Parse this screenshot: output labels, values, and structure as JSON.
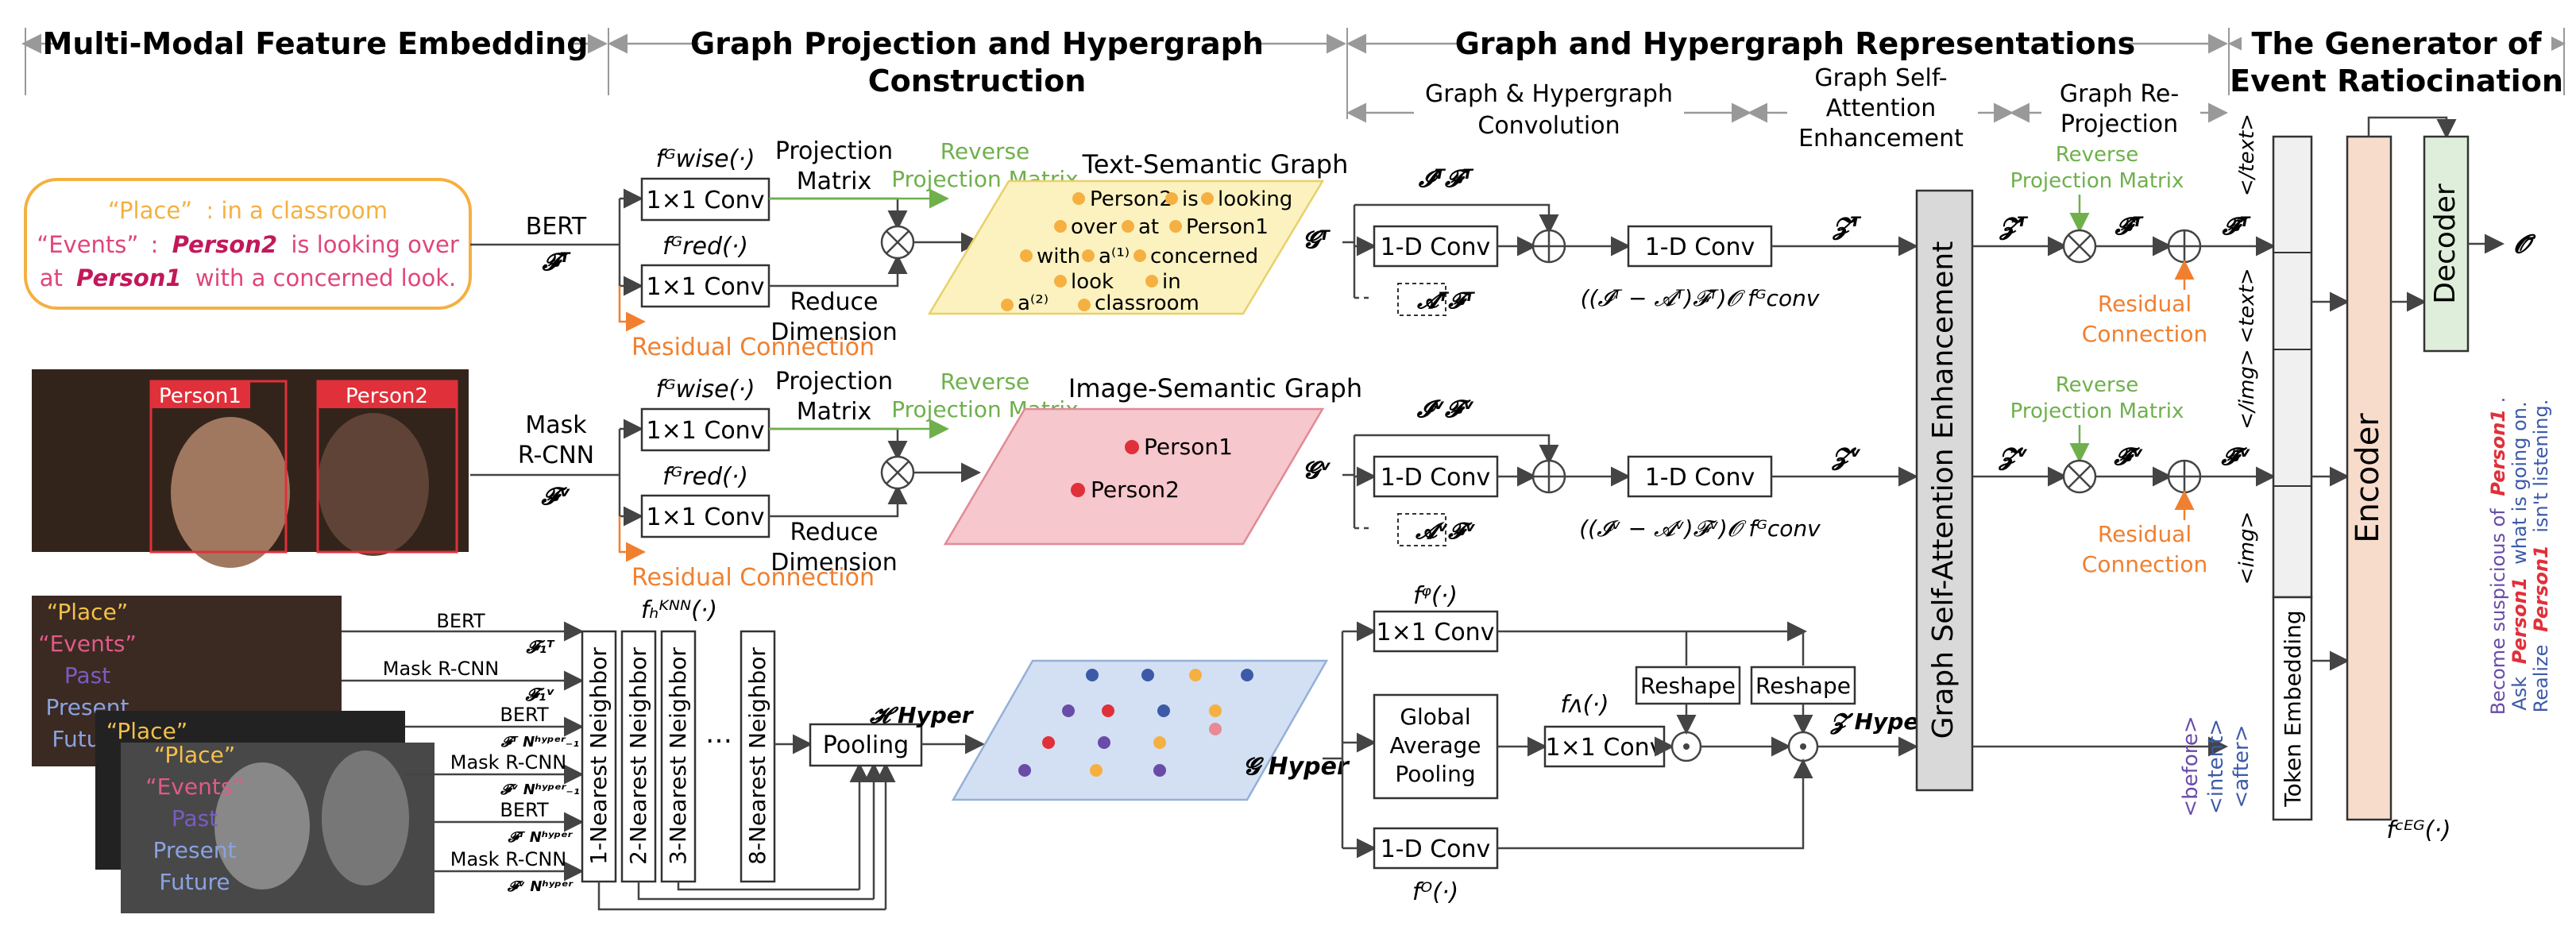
{
  "sections": {
    "s1": "Multi-Modal Feature Embedding",
    "s2_line1": "Graph Projection and Hypergraph",
    "s2_line2": "Construction",
    "s3": "Graph and Hypergraph Representations",
    "s4_line1": "The Generator of",
    "s4_line2": "Event Ratiocination",
    "sub_conv_1": "Graph & Hypergraph",
    "sub_conv_2": "Convolution",
    "sub_sa_1": "Graph Self-",
    "sub_sa_2": "Attention",
    "sub_sa_3": "Enhancement",
    "sub_rp_1": "Graph Re-",
    "sub_rp_2": "Projection"
  },
  "text_input": {
    "place_label": "“Place”",
    "place_value": ": in a classroom",
    "events_label": "“Events”",
    "events_sep": ":",
    "person2": "Person2",
    "events_rest1": "is looking over",
    "at": "at",
    "person1": "Person1",
    "events_rest2": "with a concerned look."
  },
  "image_input": {
    "box1": "Person1",
    "box2": "Person2"
  },
  "video_input": {
    "place": "“Place”",
    "events": "“Events”",
    "past": "Past",
    "present": "Present",
    "future": "Future"
  },
  "rows": {
    "bert": "BERT",
    "mask_line1": "Mask",
    "mask_line2": "R-CNN",
    "f_T": "𝓕ᵀ",
    "f_V": "𝓕ᵛ",
    "conv_1x1": "1×1 Conv",
    "conv_1d": "1-D Conv",
    "fwise": "fᴳwise(·)",
    "fred": "fᴳred(·)",
    "proj_matrix_1": "Projection",
    "proj_matrix_2": "Matrix",
    "reverse_1": "Reverse",
    "reverse_2": "Projection Matrix",
    "reduce_1": "Reduce",
    "reduce_2": "Dimension",
    "residual": "Residual Connection",
    "residual_1": "Residual",
    "residual_2": "Connection",
    "text_graph_title": "Text-Semantic Graph",
    "image_graph_title": "Image-Semantic Graph",
    "hypergraph_title": "Hypergraph",
    "g_T": "𝓖ᵀ",
    "g_V": "𝓖ᵛ",
    "i_f_T": "𝓘ᵀ𝓕ᵀ",
    "i_f_V": "𝓘ᵛ𝓕ᵛ",
    "a_f_T": "𝓐ᵀ𝓕ᵀ",
    "a_f_V": "𝓐ᵛ𝓕ᵛ",
    "formula_T": "((𝓘ᵀ − 𝓐ᵀ)𝓕ᵀ)𝓞 fᴳconv",
    "formula_V": "((𝓘ᵛ − 𝓐ᵛ)𝓕ᵛ)𝓞 fᴳconv",
    "z_T": "𝓩ᵀ",
    "z_V": "𝓩ᵛ",
    "zt_T": "𝓩̃ᵀ",
    "zt_V": "𝓩̃ᵛ",
    "fhat_T": "𝓕̂ᵀ",
    "fhat_V": "𝓕̂ᵛ",
    "ftil_T": "𝓕̃ᵀ",
    "ftil_V": "𝓕̃ᵛ"
  },
  "hyper": {
    "bert": "BERT",
    "mask": "Mask R-CNN",
    "f1T": "𝓕₁ᵀ",
    "f1V": "𝓕₁ᵛ",
    "fnm1T": "𝓕ᵀ Nʰʸᵖᵉʳ₋₁",
    "fnm1V": "𝓕ᵛ Nʰʸᵖᵉʳ₋₁",
    "fnT": "𝓕ᵀ Nʰʸᵖᵉʳ",
    "fnV": "𝓕ᵛ Nʰʸᵖᵉʳ",
    "fknn": "fₕᴷᴺᴺ(·)",
    "nn1": "1-Nearest Neighbor",
    "nn2": "2-Nearest Neighbor",
    "nn3": "3-Nearest Neighbor",
    "nn8": "8-Nearest Neighbor",
    "dots": "…",
    "pooling": "Pooling",
    "h_hyper": "𝓗 Hyper",
    "g_hyper": "𝓖 Hyper",
    "f_psi": "fᵠ(·)",
    "f_lambda": "fᴧ(·)",
    "f_omega": "fᴼ(·)",
    "gap_1": "Global",
    "gap_2": "Average",
    "gap_3": "Pooling",
    "reshape": "Reshape",
    "z_hyper": "𝓩 Hyper"
  },
  "generator": {
    "sa_label": "Graph Self-Attention Enhancement",
    "encoder": "Encoder",
    "decoder": "Decoder",
    "token_emb": "Token Embedding",
    "tag_end_text": "</text>",
    "tag_text": "<text>",
    "tag_end_img": "</img>",
    "tag_img": "<img>",
    "before": "<before>",
    "intent": "<intent>",
    "after": "<after>",
    "f_ceg": "fᶜᴱᴳ(·)",
    "output": "𝓞̃",
    "out1_a": "Become suspicious of",
    "out1_b": "Person1",
    "out2_a": "Ask",
    "out2_b": "Person1",
    "out2_c": "what is going on.",
    "out3_a": "Realize",
    "out3_b": "Person1",
    "out3_c": "isn't listening."
  },
  "colors": {
    "orange": "#f08030",
    "green": "#6fb04c",
    "pink_text": "#e0457b",
    "place_yellow": "#f5b041",
    "person_red": "#e0303a",
    "text_graph_fill": "#fbf2c0",
    "image_graph_fill": "#f6c7cc",
    "hyper_fill": "#d3e0f3",
    "encoder_fill": "#f7dccc",
    "decoder_fill": "#dfeeda",
    "sa_fill": "#d9d9d9",
    "purple": "#6a4ba8",
    "blue_text": "#3c5aa8"
  }
}
